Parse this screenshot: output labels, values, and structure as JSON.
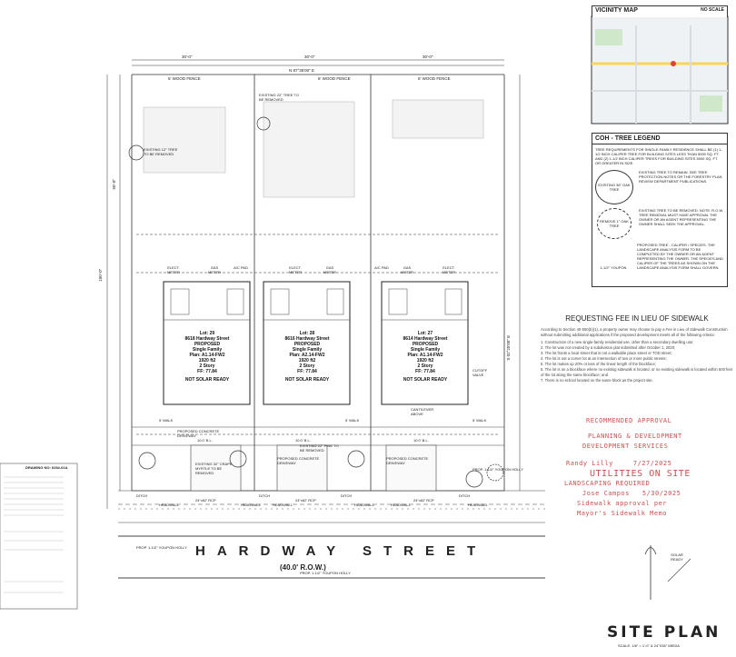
{
  "vicinity_map": {
    "title": "VICINITY MAP",
    "scale": "NO SCALE"
  },
  "tree_legend": {
    "title": "COH - TREE LEGEND",
    "intro": "TREE REQUIREMENTS FOR SINGLE-FAMILY RESIDENCE SHALL BE (1) 1-1/2 INCH CALIPER TREE FOR BUILDING SITES LESS THAN 5000 SQ. FT. AND (2) 1-1/2 INCH CALIPER TREES FOR BUILDING SITES 5000 SQ. FT. OR GREATER IN SIZE.",
    "items": [
      {
        "label": "EXISTING 36\" OAK TREE",
        "desc": "EXISTING TREE TO REMAIN. SEE TREE PROTECTION NOTES OR THE FORESTRY PLAN REVIEW DEPARTMENT PUBLICATIONS."
      },
      {
        "label": "REMOVE 1\" OAK TREE",
        "desc": "EXISTING TREE TO BE REMOVED. NOTE: R.O.W. TREE REMOVAL MUST HAVE APPROVAL THE OWNER OR AN AGENT REPRESENTING THE OWNER SHALL SEEK THE APPROVAL."
      },
      {
        "label": "1-1/2\" YOUPON",
        "desc": "PROPOSED TREE - CALIPER / SPECIES. THE LANDSCAPE ANALYSIS FORM TO BE COMPLETED BY THE OWNER OR AN AGENT REPRESENTING THE OWNER. THE SPECIES AND CALIPER OF THE TREES AS SHOWN ON THE LANDSCAPE ANALYSIS FORM SHALL GOVERN."
      }
    ]
  },
  "request": {
    "title": "REQUESTING FEE IN LIEU OF SIDEWALK",
    "intro": "According to Section 40-550(b)(1), a property owner may choose to pay a Fee in Lieu of Sidewalk Construction without submitting additional applications if the proposed development meets all of the following criteria:",
    "criteria": [
      "1. Construction of a new single-family residential use, other than a secondary dwelling use;",
      "2. The lot was not created by a subdivision plat submitted after October 1, 2020;",
      "3. The lot fronts a local street that is not a walkable place street or TOD street;",
      "4. The lot is not a corner lot at an intersection of two or more public streets;",
      "5. The lot makes up 20% or less of the linear length of the blockface;",
      "6. The lot is on a blockface where no existing sidewalk is located, or no existing sidewalk is located within 500 feet of the lot along the same blockface; and",
      "7. There is no school located on the same block as the project site."
    ]
  },
  "stamps": {
    "rec_approval": "RECOMMENDED APPROVAL",
    "planning_dept": "PLANNING & DEVELOPMENT",
    "dev_services": "DEVELOPMENT SERVICES",
    "sign_name": "Randy Lilly",
    "sign_date": "7/27/2025",
    "utilities": "UTILITIES ON SITE",
    "landscaping": "LANDSCAPING REQUIRED",
    "sign_name2": "Jose Campos",
    "sign_date2": "5/30/2025",
    "sidewalk_approval": "Sidewalk approval per",
    "mayors_memo": "Mayor's Sidewalk Memo"
  },
  "lots": [
    {
      "lot": "Lot: 29",
      "address": "8618 Hardway Street",
      "status": "PROPOSED",
      "type": "Single Family",
      "plan": "Plan: A1.14-FW2",
      "area": "1920 ft2",
      "story": "2 Story",
      "ff": "FF: 77.84",
      "solar": "NOT SOLAR READY"
    },
    {
      "lot": "Lot: 28",
      "address": "8616 Hardway Street",
      "status": "PROPOSED",
      "type": "Single Family",
      "plan": "Plan: A2.14-FW2",
      "area": "1920 ft2",
      "story": "2 Story",
      "ff": "FF: 77.84",
      "solar": "NOT SOLAR READY"
    },
    {
      "lot": "Lot: 27",
      "address": "8614 Hardway Street",
      "status": "PROPOSED",
      "type": "Single Family",
      "plan": "Plan: A1.14-FW2",
      "area": "1920 ft2",
      "story": "2 Story",
      "ff": "FF: 77.84",
      "solar": "NOT SOLAR READY"
    }
  ],
  "plan_labels": {
    "wood_fence": "6' WOOD FENCE",
    "dim_30": "30'-0\"",
    "dim_100": "100'-0\"",
    "dim_50": "50'-0\"",
    "bearing_n": "N 87°35'00\" E",
    "bearing_s": "S 02°25'00\" E",
    "existing_tree_12": "EXISTING 12\" TREE TO BE REMOVED",
    "existing_tree_22": "EXISTING 22\" TREE TO BE REMOVED",
    "existing_tree_32": "EXISTING 32\" CRAPE MYRTLE TO BE REMOVED",
    "existing_pine": "EXISTING 22\" PINE TO BE REMOVED",
    "driveway": "PROPOSED CONCRETE DRIVEWAY",
    "walk": "5' WALK",
    "ditch": "DITCH",
    "headwall": "HEADWALL",
    "rcp": "24\"x62' RCP",
    "bl": "10.0' B.L.",
    "youpon": "PROP. 1-1/2\" YOUPON HOLLY",
    "elect_meter": "ELECT. METER",
    "gas_meter": "GAS METER",
    "ac": "A/C PAD",
    "cantilever": "CANTILEVER ABOVE",
    "cutoff": "CUTOFF VALVE",
    "street_name": "HARDWAY STREET",
    "row": "(40.0' R.O.W.)",
    "drawing_no": "DRAWING NO: 0254-01A",
    "solar_ready": "SOLAR READY",
    "site_plan": "SITE PLAN",
    "scale": "SCALE: 1/8\" = 1'-0\" & 24\"X36\" MEDIA"
  },
  "colors": {
    "stamp": "#c85050",
    "line": "#333333"
  }
}
